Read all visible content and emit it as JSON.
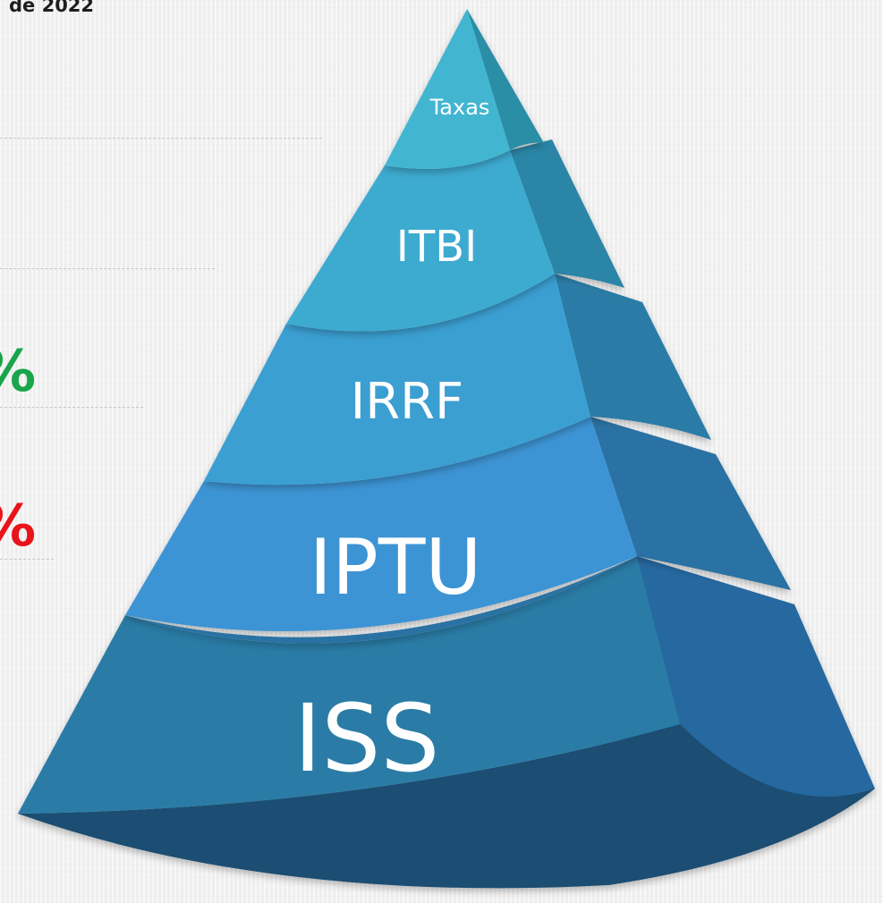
{
  "left_panel": {
    "title_fragment": "de 2022",
    "percent_green": {
      "text": "%",
      "color": "#1aa54a"
    },
    "percent_red": {
      "text": "%",
      "color": "#e8141a"
    }
  },
  "pyramid": {
    "layers": [
      {
        "label": "Taxas",
        "front_color": "#42b6d1",
        "side_color": "#2a8ea6"
      },
      {
        "label": "ITBI",
        "front_color": "#3daad0",
        "side_color": "#2b85a6"
      },
      {
        "label": "IRRF",
        "front_color": "#3b9fd2",
        "side_color": "#2a7ba6"
      },
      {
        "label": "IPTU",
        "front_color": "#3d94d4",
        "side_color": "#2b72a3"
      },
      {
        "label": "ISS",
        "front_color": "#2a7ba6",
        "side_color": "#2568a0",
        "bottom_color": "#1f4e72"
      }
    ]
  }
}
